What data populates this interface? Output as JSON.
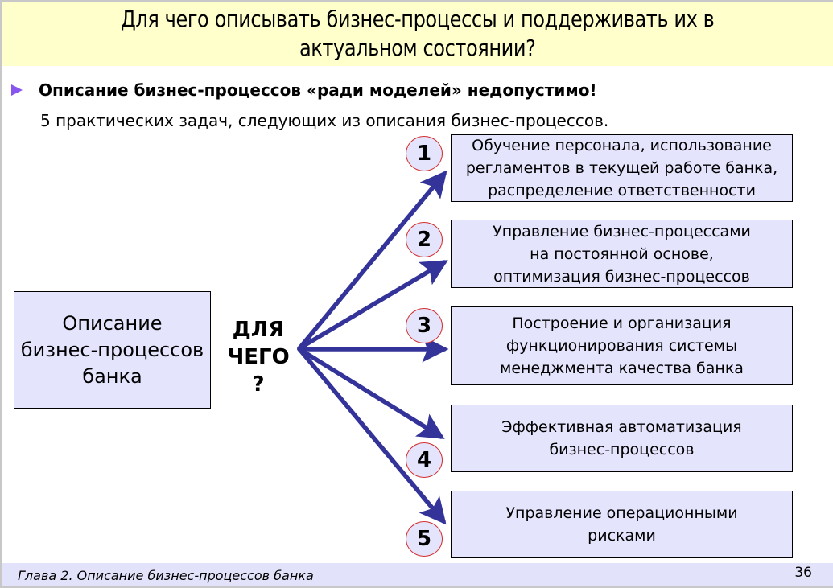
{
  "slide": {
    "title": "Для чего описывать бизнес-процессы и поддерживать их в\nактуальном состоянии?",
    "bullet": "Описание бизнес-процессов «ради моделей» недопустимо!",
    "subtitle": "5 практических задач, следующих из описания бизнес-процессов.",
    "source_box": "Описание\nбизнес-процессов\nбанка",
    "why_label": "ДЛЯ\nЧЕГО\n?",
    "tasks": [
      {
        "number": "1",
        "text": "Обучение персонала, использование\nрегламентов в текущей работе банка,\nраспределение ответственности"
      },
      {
        "number": "2",
        "text": "Управление бизнес-процессами\nна постоянной основе,\nоптимизация бизнес-процессов"
      },
      {
        "number": "3",
        "text": "Построение и организация\nфункционирования системы\nменеджмента качества банка"
      },
      {
        "number": "4",
        "text": "Эффективная автоматизация\nбизнес-процессов"
      },
      {
        "number": "5",
        "text": "Управление операционными\nрисками"
      }
    ],
    "footer": {
      "chapter": "Глава 2. Описание бизнес-процессов банка",
      "page": "36"
    }
  },
  "colors": {
    "title_bg": "#ffffcc",
    "box_fill": "#e4e4fc",
    "arrow": "#333399",
    "bullet": "#8855ee",
    "badge_border": "#d43030",
    "footer_bg": "#e2e2fa"
  }
}
